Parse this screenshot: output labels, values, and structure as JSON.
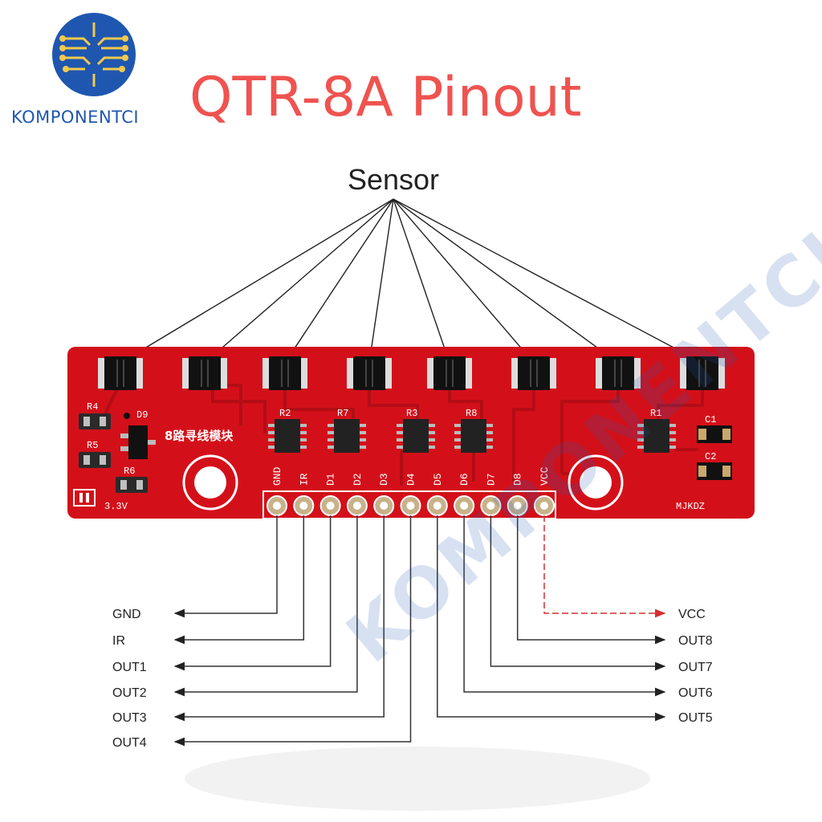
{
  "brand": {
    "name": "KOMPONENTCI",
    "watermark": "KOMPONENTCI"
  },
  "title": "QTR-8A Pinout",
  "sensor_label": "Sensor",
  "board": {
    "silk_chinese": "8路寻线模块",
    "voltage": "3.3V",
    "maker": "MJKDZ",
    "components": [
      "R4",
      "R5",
      "R6",
      "D9",
      "R2",
      "R7",
      "R3",
      "R8",
      "R1",
      "C1",
      "C2"
    ],
    "header_pins": [
      "GND",
      "IR",
      "D1",
      "D2",
      "D3",
      "D4",
      "D5",
      "D6",
      "D7",
      "D8",
      "VCC"
    ]
  },
  "left_labels": [
    "GND",
    "IR",
    "OUT1",
    "OUT2",
    "OUT3",
    "OUT4"
  ],
  "right_labels": [
    "VCC",
    "OUT8",
    "OUT7",
    "OUT6",
    "OUT5"
  ],
  "colors": {
    "title": "#ef5350",
    "board": "#d3101a",
    "brand_blue": "#1f57b0",
    "vcc_line": "#d32f2f"
  }
}
